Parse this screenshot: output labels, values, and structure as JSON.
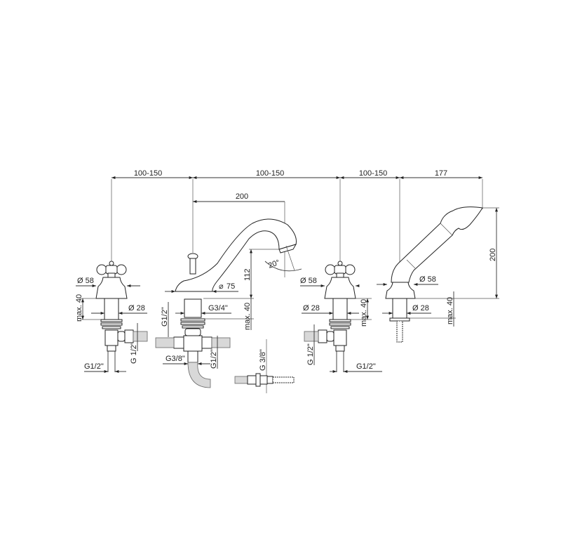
{
  "drawing": {
    "title": "4-hole bath mixer technical drawing",
    "top_dimensions": {
      "spacing_1": "100-150",
      "spacing_2": "100-150",
      "spacing_3": "100-150",
      "handshower_reach": "177",
      "spout_reach": "200"
    },
    "left_valve": {
      "base_diameter": "Ø 58",
      "shank_diameter": "Ø 28",
      "max_deck": "max. 40",
      "outlet_thread": "G 1/2\"",
      "inlet_thread": "G1/2\""
    },
    "spout": {
      "base_diameter": "75",
      "height": "112",
      "angle": "20°",
      "shank_thread": "G3/4\"",
      "max_deck": "max. 40",
      "side_thread": "G1/2\"",
      "side_thread_2": "G1/2\"",
      "bottom_thread": "G3/8\""
    },
    "hose_connector": {
      "thread": "G 3/8\""
    },
    "right_valve": {
      "base_diameter": "Ø 58",
      "shank_diameter": "Ø 28",
      "max_deck": "max. 40",
      "outlet_thread": "G 1/2\"",
      "inlet_thread": "G1/2\""
    },
    "handshower": {
      "height": "200",
      "base_diameter": "Ø 58",
      "shank_diameter": "Ø 28",
      "max_deck": "max. 40"
    }
  }
}
